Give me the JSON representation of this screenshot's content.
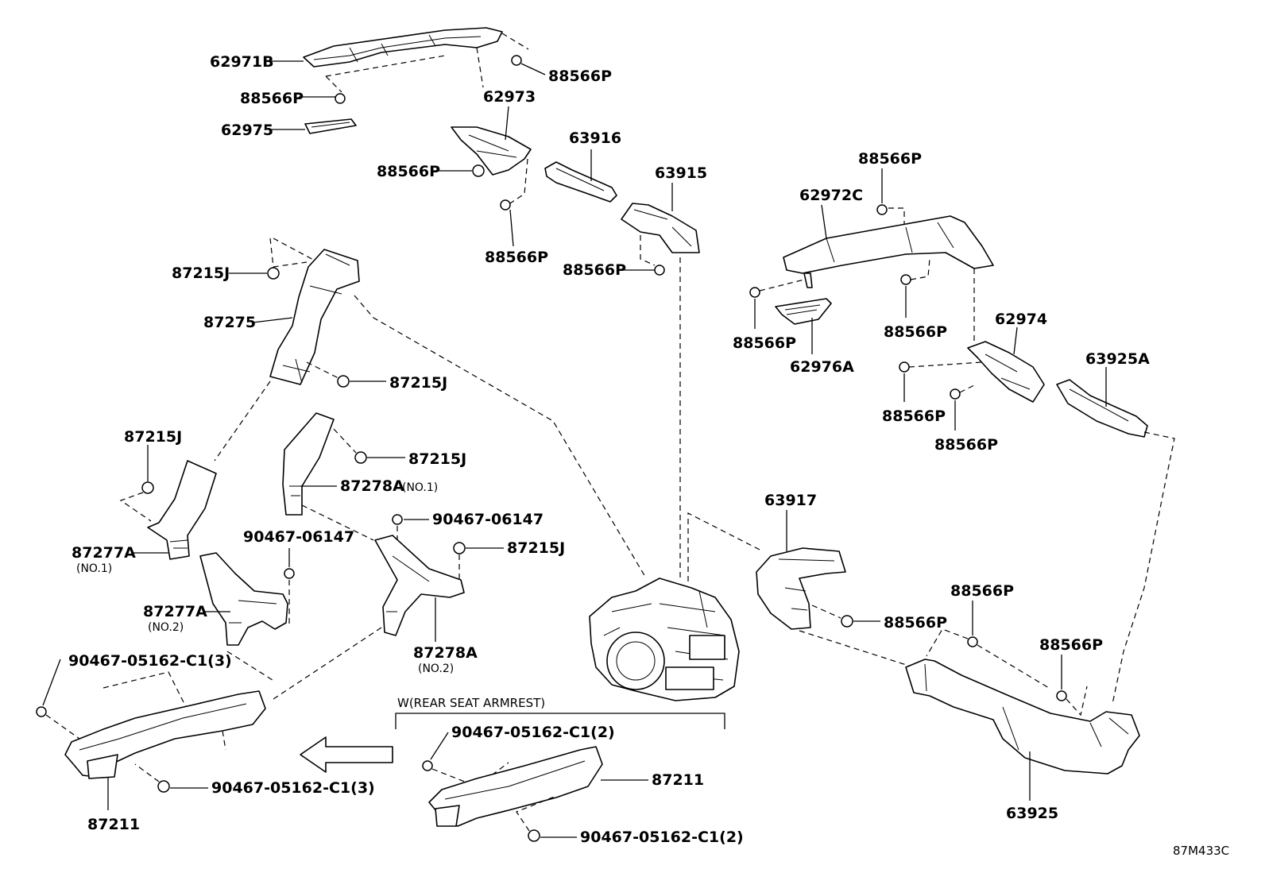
{
  "labels": {
    "p62971B": "62971B",
    "p88566P_a": "88566P",
    "p88566P_b": "88566P",
    "p62973": "62973",
    "p62975": "62975",
    "p88566P_c": "88566P",
    "p63916": "63916",
    "p63915": "63915",
    "p88566P_d": "88566P",
    "p88566P_e": "88566P",
    "p88566P_f": "88566P",
    "p62972C": "62972C",
    "p88566P_g": "88566P",
    "p88566P_h": "88566P",
    "p62976A": "62976A",
    "p62974": "62974",
    "p63925A": "63925A",
    "p88566P_i": "88566P",
    "p88566P_j": "88566P",
    "p87215J_a": "87215J",
    "p87275": "87275",
    "p87215J_b": "87215J",
    "p87215J_c": "87215J",
    "p87215J_d": "87215J",
    "p87278A_1": "87278A",
    "p87278A_1_sub": "(NO.1)",
    "p90467_06147_a": "90467-06147",
    "p90467_06147_b": "90467-06147",
    "p87215J_e": "87215J",
    "p87277A_1": "87277A",
    "p87277A_1_sub": "(NO.1)",
    "p87277A_2": "87277A",
    "p87277A_2_sub": "(NO.2)",
    "p87278A_2": "87278A",
    "p87278A_2_sub": "(NO.2)",
    "p63917": "63917",
    "p88566P_k": "88566P",
    "p88566P_l": "88566P",
    "p88566P_m": "88566P",
    "p90467_05162_a": "90467-05162-C1(3)",
    "p90467_05162_b": "90467-05162-C1(3)",
    "p87211_a": "87211",
    "w_note": "W(REAR SEAT ARMREST)",
    "p90467_05162_c": "90467-05162-C1(2)",
    "p87211_b": "87211",
    "p90467_05162_d": "90467-05162-C1(2)",
    "p63925": "63925",
    "figure_code": "87M433C"
  },
  "icons": [
    "arrow-left-icon",
    "clip-icon",
    "screw-icon",
    "hvac-unit-icon"
  ]
}
